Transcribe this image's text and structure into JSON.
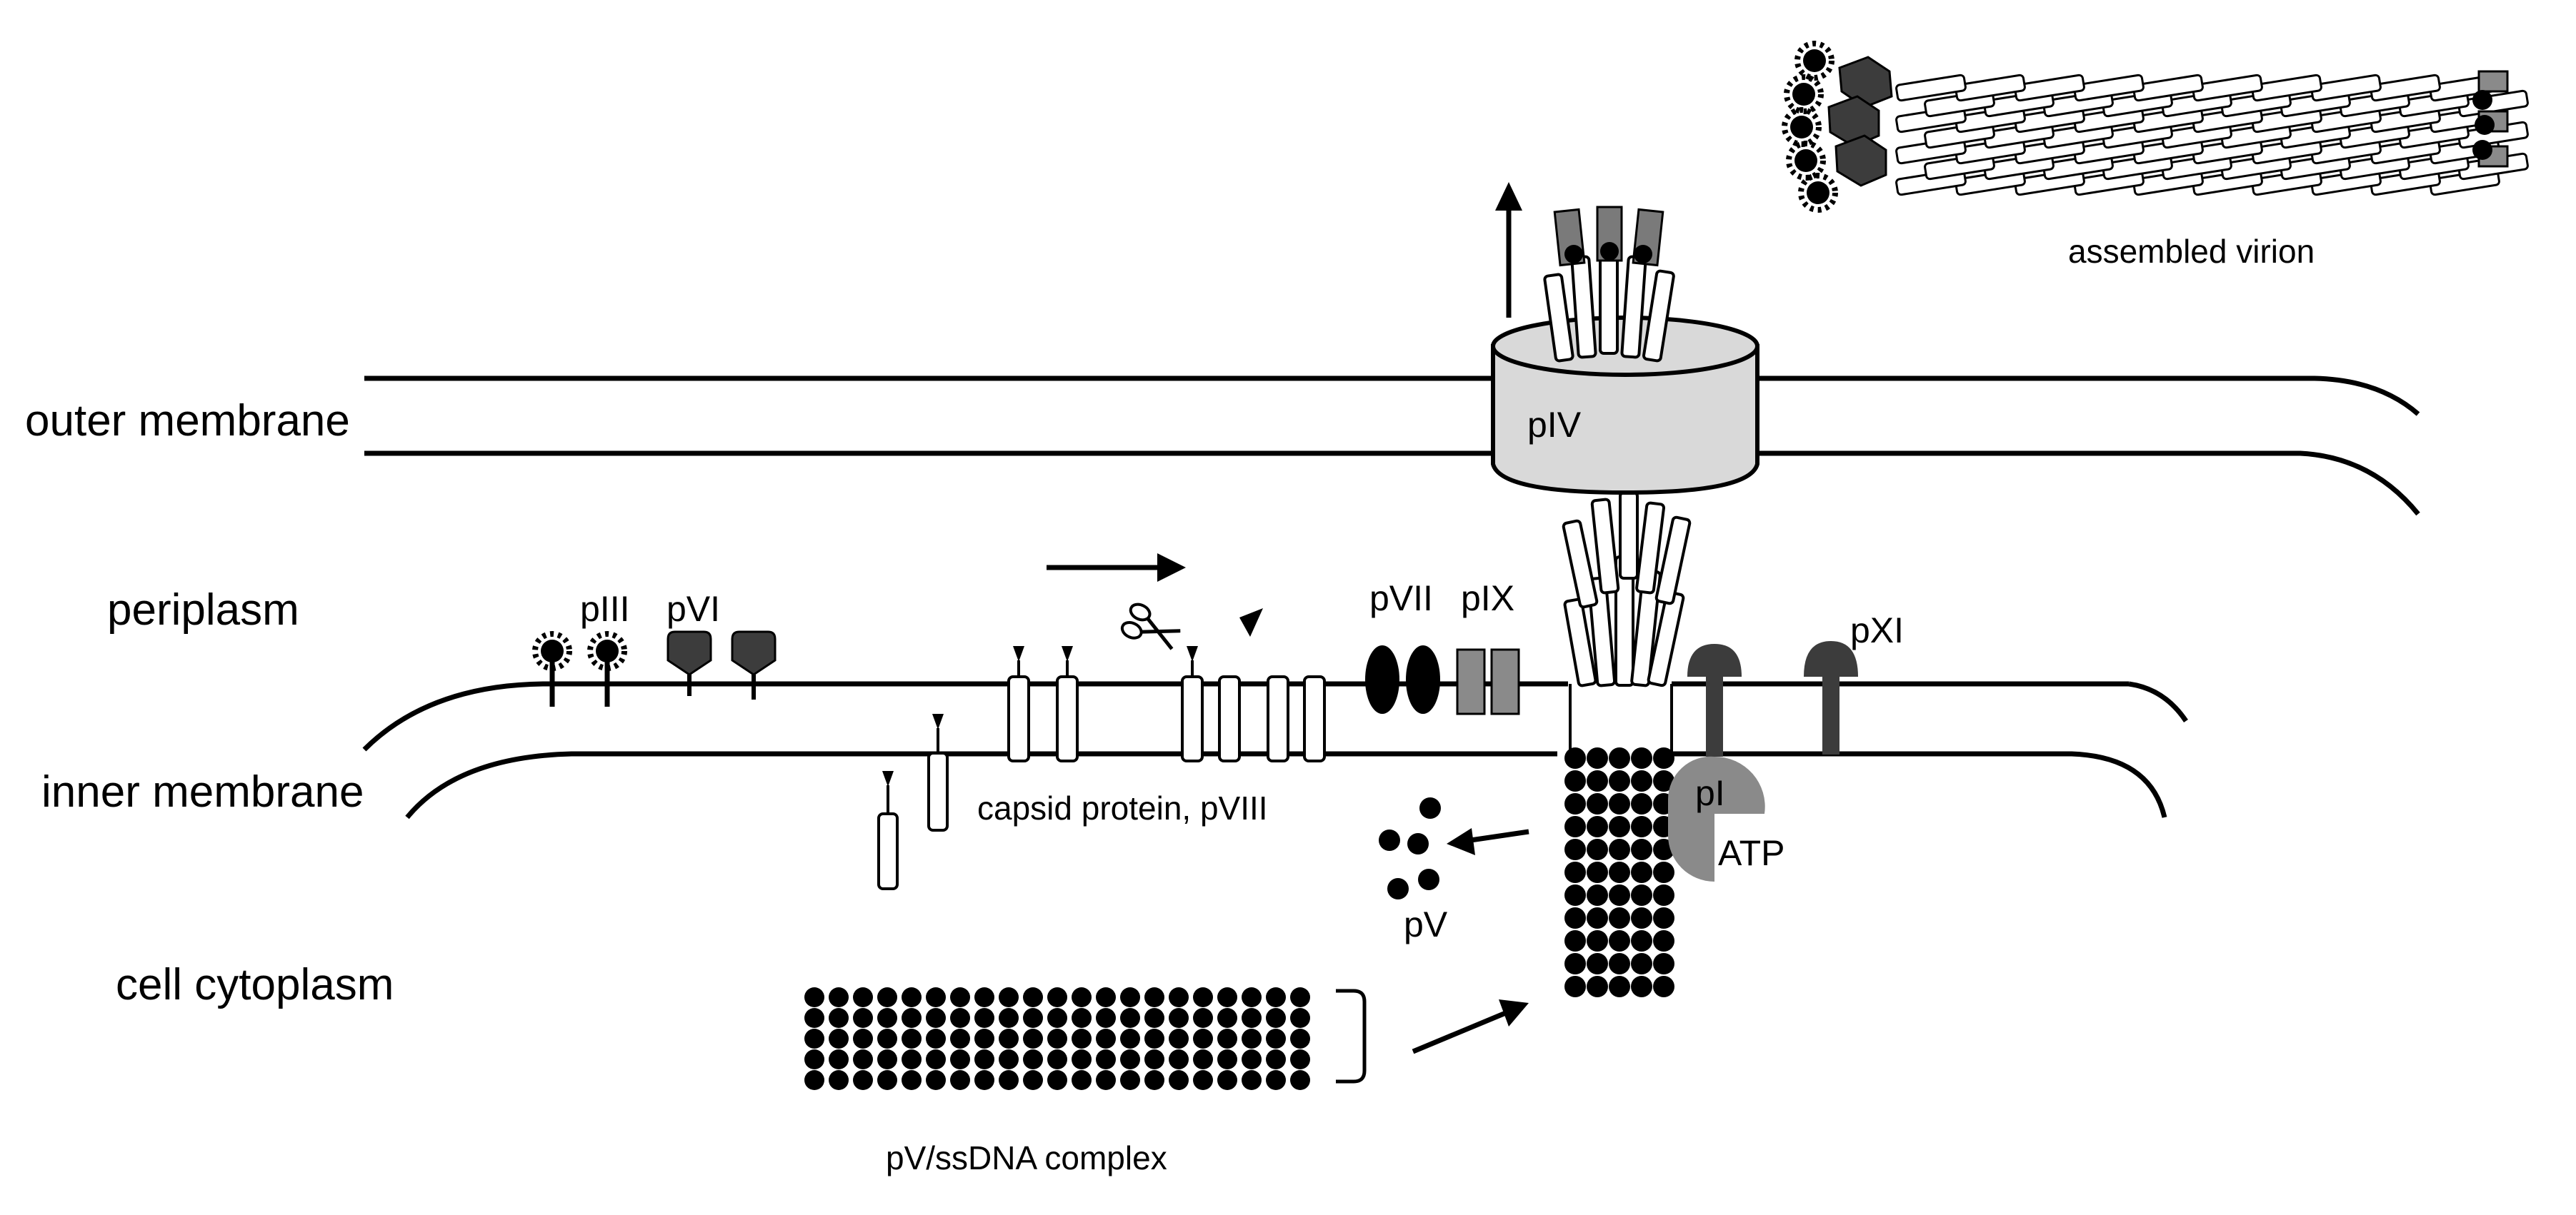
{
  "regions": {
    "outer_membrane": "outer membrane",
    "periplasm": "periplasm",
    "inner_membrane": "inner membrane",
    "cell_cytoplasm": "cell cytoplasm"
  },
  "proteins": {
    "pIII": "pIII",
    "pVI": "pVI",
    "pVII": "pVII",
    "pIX": "pIX",
    "pIV": "pIV",
    "pXI": "pXI",
    "pI": "pI",
    "ATP": "ATP",
    "pV": "pV"
  },
  "labels": {
    "capsid": "capsid protein, pVIII",
    "complex": "pV/ssDNA complex",
    "virion": "assembled virion"
  },
  "colors": {
    "dark_protein": "#3c3c3c",
    "grey_protein": "#8a8a8a",
    "pore": "#d9d9d9",
    "pore_cap": "#7a7a7a"
  },
  "icons": {
    "scissors": "scissors-icon"
  }
}
